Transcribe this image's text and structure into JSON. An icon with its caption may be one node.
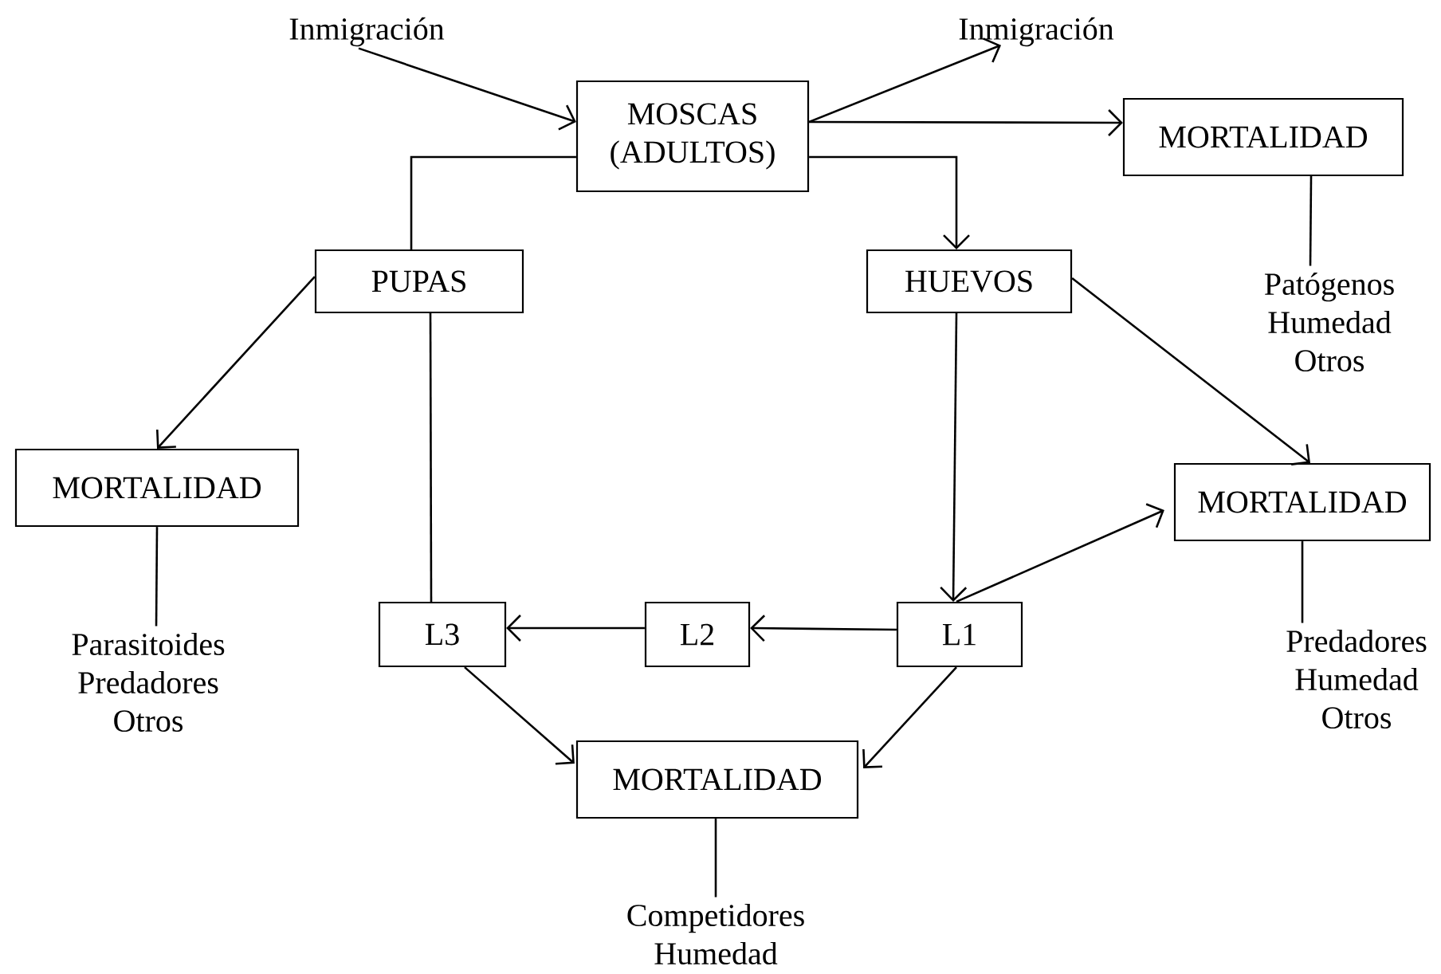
{
  "diagram": {
    "nodes": [
      {
        "text": [
          "Inmigración"
        ]
      },
      {
        "text": [
          "Inmigración"
        ]
      },
      {
        "text": [
          "MOSCAS (ADULTOS)"
        ]
      },
      {
        "text": [
          "MORTALIDAD"
        ]
      },
      {
        "text": [
          "PUPAS"
        ]
      },
      {
        "text": [
          "HUEVOS"
        ]
      },
      {
        "text": [
          "MORTALIDAD"
        ]
      },
      {
        "text": [
          "MORTALIDAD"
        ]
      },
      {
        "text": [
          "L3"
        ]
      },
      {
        "text": [
          "L2"
        ]
      },
      {
        "text": [
          "L1"
        ]
      },
      {
        "text": [
          "MORTALIDAD"
        ]
      },
      {
        "text": [
          "Patógenos Humedad Otros"
        ]
      },
      {
        "text": [
          "Parasitoides Predadores Otros"
        ]
      },
      {
        "text": [
          "Predadores Humedad Otros"
        ]
      },
      {
        "text": [
          "Competidores Humedad"
        ]
      }
    ],
    "edges": [
      {
        "from": 0,
        "to": 2,
        "arrow": "to"
      },
      {
        "from": 2,
        "to": 1,
        "arrow": "to"
      },
      {
        "from": 2,
        "to": 3,
        "arrow": "to"
      },
      {
        "from": 2,
        "to": 5,
        "arrow": "to"
      },
      {
        "from": 2,
        "to": 4,
        "arrow": "none"
      },
      {
        "from": 4,
        "to": 6,
        "arrow": "to"
      },
      {
        "from": 4,
        "to": 8,
        "arrow": "none"
      },
      {
        "from": 5,
        "to": 10,
        "arrow": "to"
      },
      {
        "from": 5,
        "to": 7,
        "arrow": "to"
      },
      {
        "from": 10,
        "to": 7,
        "arrow": "to"
      },
      {
        "from": 10,
        "to": 9,
        "arrow": "to"
      },
      {
        "from": 9,
        "to": 8,
        "arrow": "to"
      },
      {
        "from": 8,
        "to": 11,
        "arrow": "to"
      },
      {
        "from": 10,
        "to": 11,
        "arrow": "to"
      },
      {
        "from": 3,
        "to": 12,
        "arrow": "none"
      },
      {
        "from": 6,
        "to": 13,
        "arrow": "none"
      },
      {
        "from": 7,
        "to": 14,
        "arrow": "none"
      },
      {
        "from": 11,
        "to": 15,
        "arrow": "none"
      }
    ]
  }
}
